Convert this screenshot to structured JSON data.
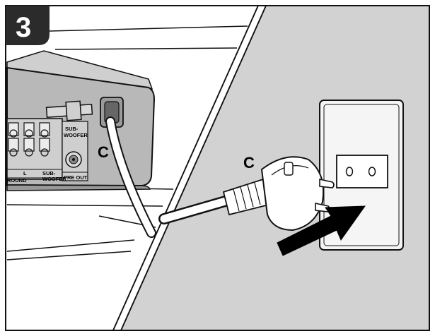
{
  "step_number": "3",
  "connector_label_left": "C",
  "connector_label_right": "C",
  "panel": {
    "subwoofer_label_1": "SUB-",
    "subwoofer_label_2": "WOOFER",
    "channel_label": "L",
    "surround_label": "ROUND",
    "subwoofer_small_1": "SUB-",
    "subwoofer_small_2": "WOOFER",
    "pre_out_label": "PRE OUT"
  },
  "colors": {
    "badge": "#2b2b2b",
    "wall": "#d2d2d2",
    "receiver": "#bdbdbd",
    "outline": "#111111",
    "arrow": "#000000"
  }
}
